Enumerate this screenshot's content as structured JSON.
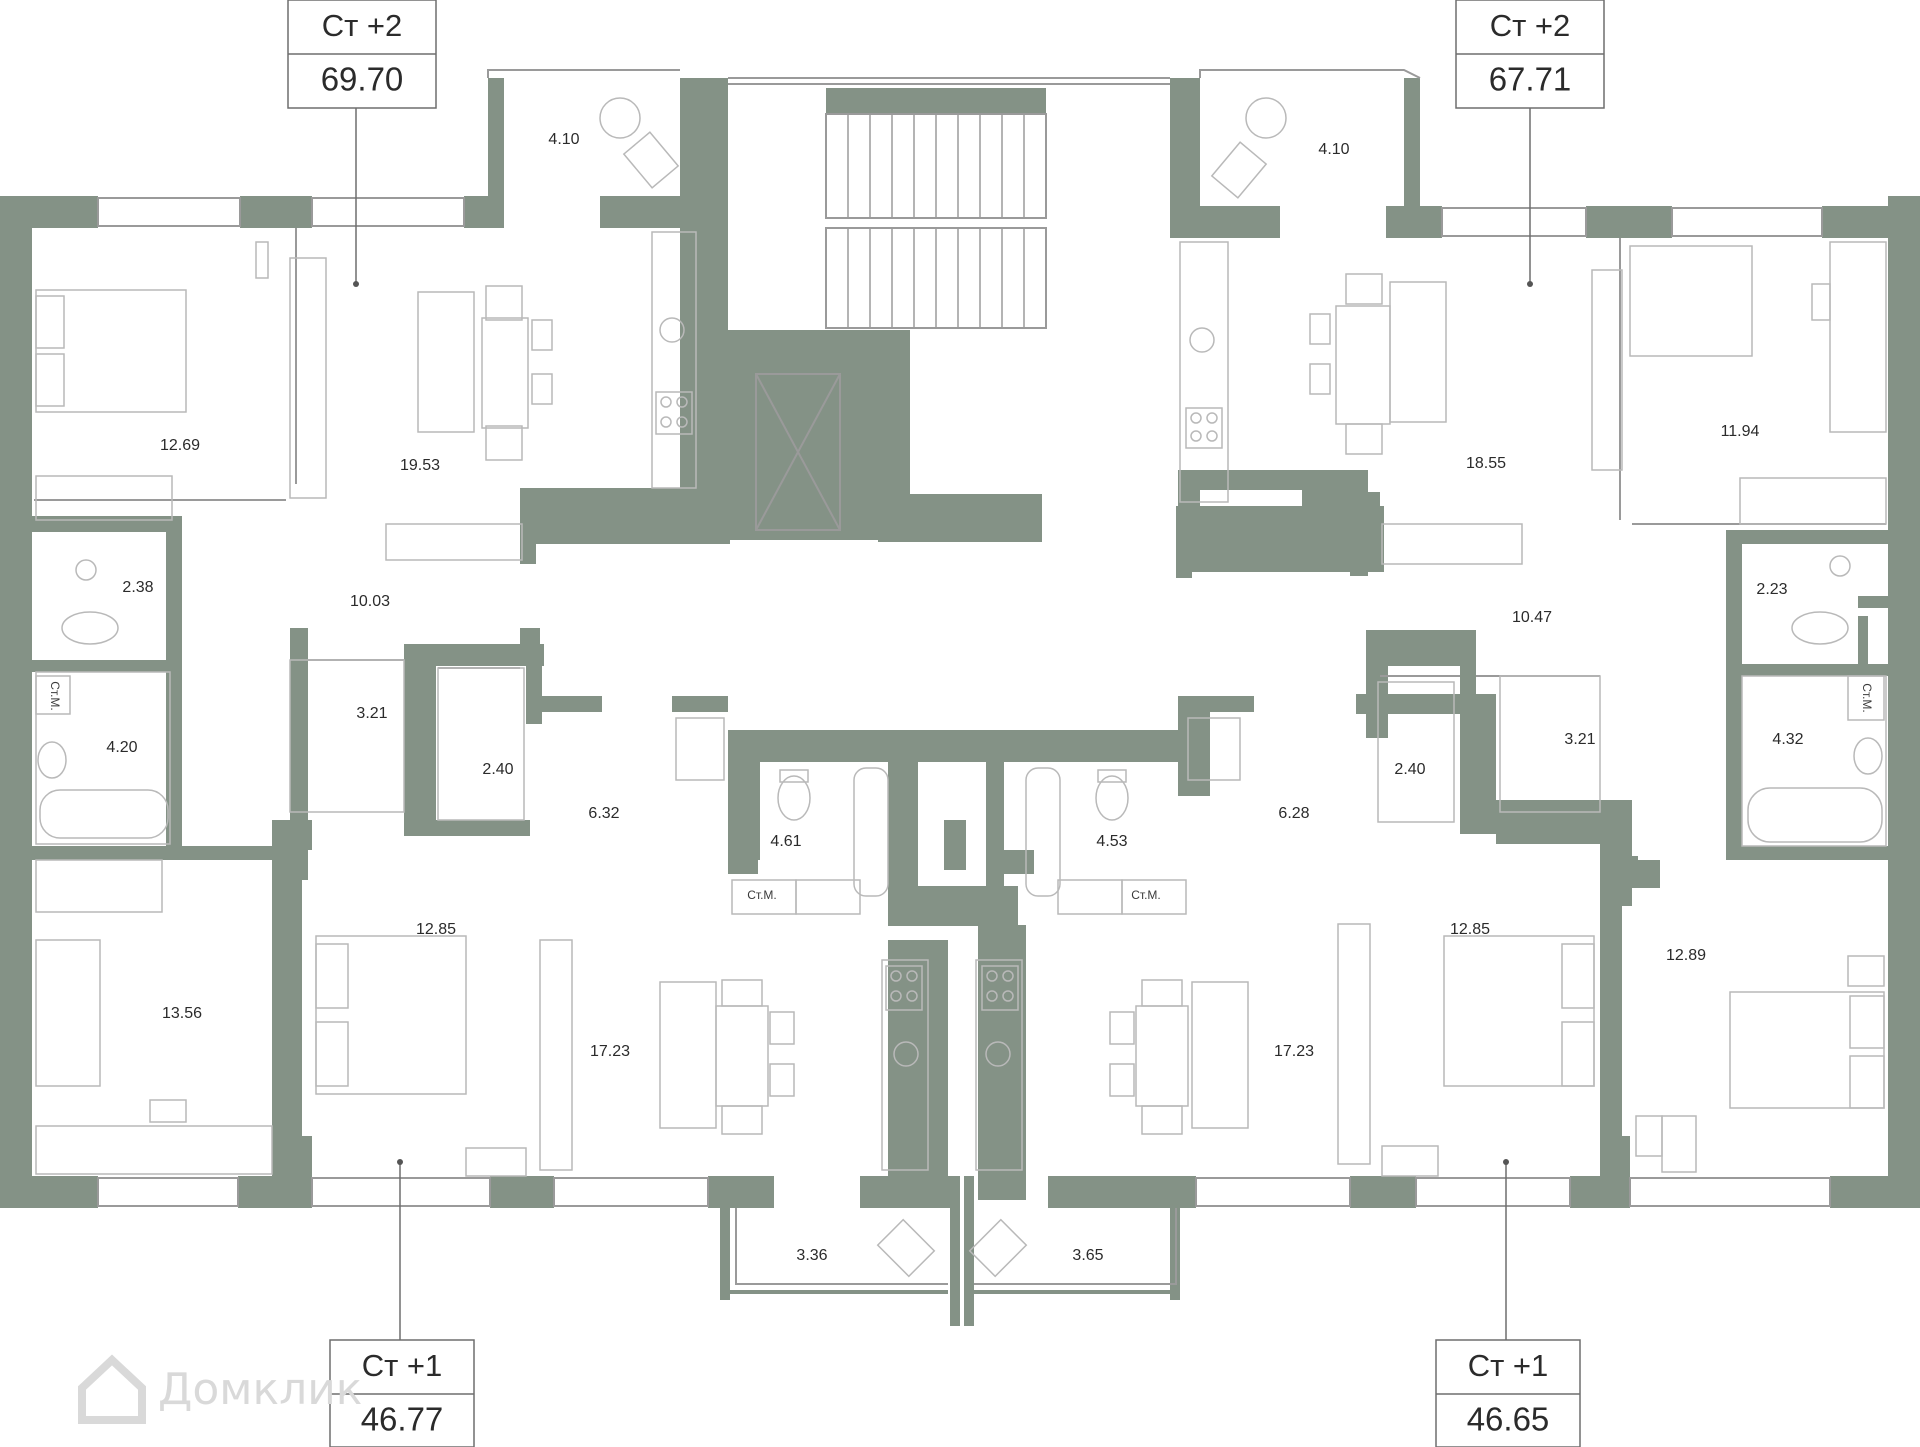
{
  "colors": {
    "wall": "#849286",
    "line": "#9a9a9a",
    "furniture": "#b9b9b9",
    "text": "#2b2b2b",
    "watermark": "#d9d9d9"
  },
  "apartments": [
    {
      "type": "Ст +2",
      "area": "69.70"
    },
    {
      "type": "Ст +2",
      "area": "67.71"
    },
    {
      "type": "Ст +1",
      "area": "46.77"
    },
    {
      "type": "Ст +1",
      "area": "46.65"
    }
  ],
  "rooms": [
    "4.10",
    "4.10",
    "12.69",
    "19.53",
    "18.55",
    "11.94",
    "2.38",
    "10.03",
    "2.23",
    "10.47",
    "4.20",
    "3.21",
    "2.40",
    "6.32",
    "4.61",
    "4.53",
    "6.28",
    "2.40",
    "3.21",
    "4.32",
    "12.85",
    "12.85",
    "12.89",
    "13.56",
    "17.23",
    "17.23",
    "3.36",
    "3.65"
  ],
  "washer_label": "Ст.М.",
  "watermark": "Домклик"
}
